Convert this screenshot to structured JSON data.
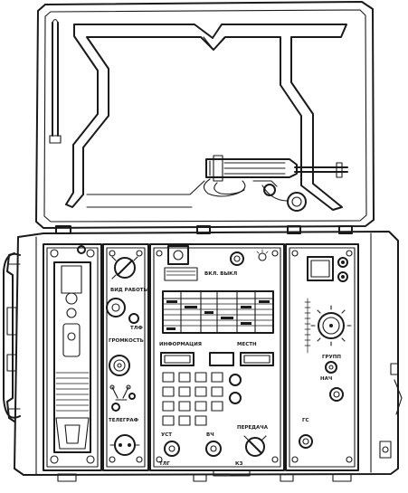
{
  "figure": {
    "labels": {
      "power": "ВКЛ. ВЫКЛ",
      "rate": "ВИД РАБОТЫ",
      "grom": "ГРОМКОСТЬ",
      "tlf": "ТЛФ",
      "telegraph": "ТЕЛЕГРАФ",
      "info": "ИНФОРМАЦИЯ",
      "mest": "МЕСТН",
      "vch": "ВЧ",
      "peredacha": "ПЕРЕДАЧА",
      "kz": "КЗ",
      "grupp": "ГРУПП",
      "nach": "НАЧ",
      "ust": "УСТ",
      "gs": "ГС",
      "tlg": "ТЛГ"
    }
  }
}
